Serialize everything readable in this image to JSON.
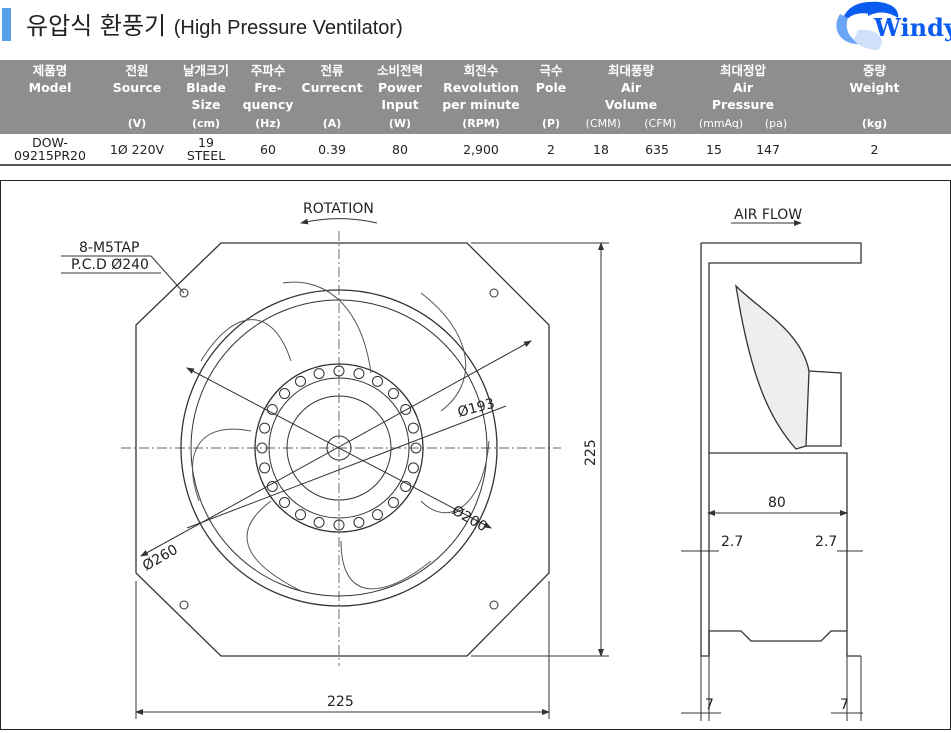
{
  "header": {
    "title_ko": "유압식 환풍기",
    "title_en": "(High Pressure Ventilator)",
    "logo": "Windy"
  },
  "table": {
    "columns": [
      {
        "ko": "제품명",
        "en": "Model",
        "unit": ""
      },
      {
        "ko": "전원",
        "en": "Source",
        "unit": "(V)"
      },
      {
        "ko": "날개크기",
        "en": "Blade Size",
        "unit": "(cm)"
      },
      {
        "ko": "주파수",
        "en": "Fre- quency",
        "unit": "(Hz)"
      },
      {
        "ko": "전류",
        "en": "Currecnt",
        "unit": "(A)"
      },
      {
        "ko": "소비전력",
        "en": "Power Input",
        "unit": "(W)"
      },
      {
        "ko": "회전수",
        "en": "Revolution per minute",
        "unit": "(RPM)"
      },
      {
        "ko": "극수",
        "en": "Pole",
        "unit": "(P)"
      },
      {
        "ko": "최대풍량",
        "en": "Air Volume",
        "unit_a": "(CMM)",
        "unit_b": "(CFM)"
      },
      {
        "ko": "최대정압",
        "en": "Air Pressure",
        "unit_a": "(mmAq)",
        "unit_b": "(pa)"
      },
      {
        "ko": "중량",
        "en": "Weight",
        "unit": "(kg)"
      }
    ],
    "row": {
      "model": "DOW-09215PR20",
      "source": "1Ø 220V",
      "blade_a": "19",
      "blade_b": "STEEL",
      "freq": "60",
      "current": "0.39",
      "power": "80",
      "rpm": "2,900",
      "pole": "2",
      "cmm": "18",
      "cfm": "635",
      "mmaq": "15",
      "pa": "147",
      "weight": "2"
    }
  },
  "drawing": {
    "rotation": "ROTATION",
    "airflow": "AIR FLOW",
    "tap": "8-M5TAP",
    "pcd": "P.C.D Ø240",
    "d193": "Ø193",
    "d200": "Ø200",
    "d260": "Ø260",
    "h225": "225",
    "w225": "225",
    "depth80": "80",
    "d27a": "2.7",
    "d27b": "2.7",
    "d7a": "7",
    "d7b": "7"
  }
}
